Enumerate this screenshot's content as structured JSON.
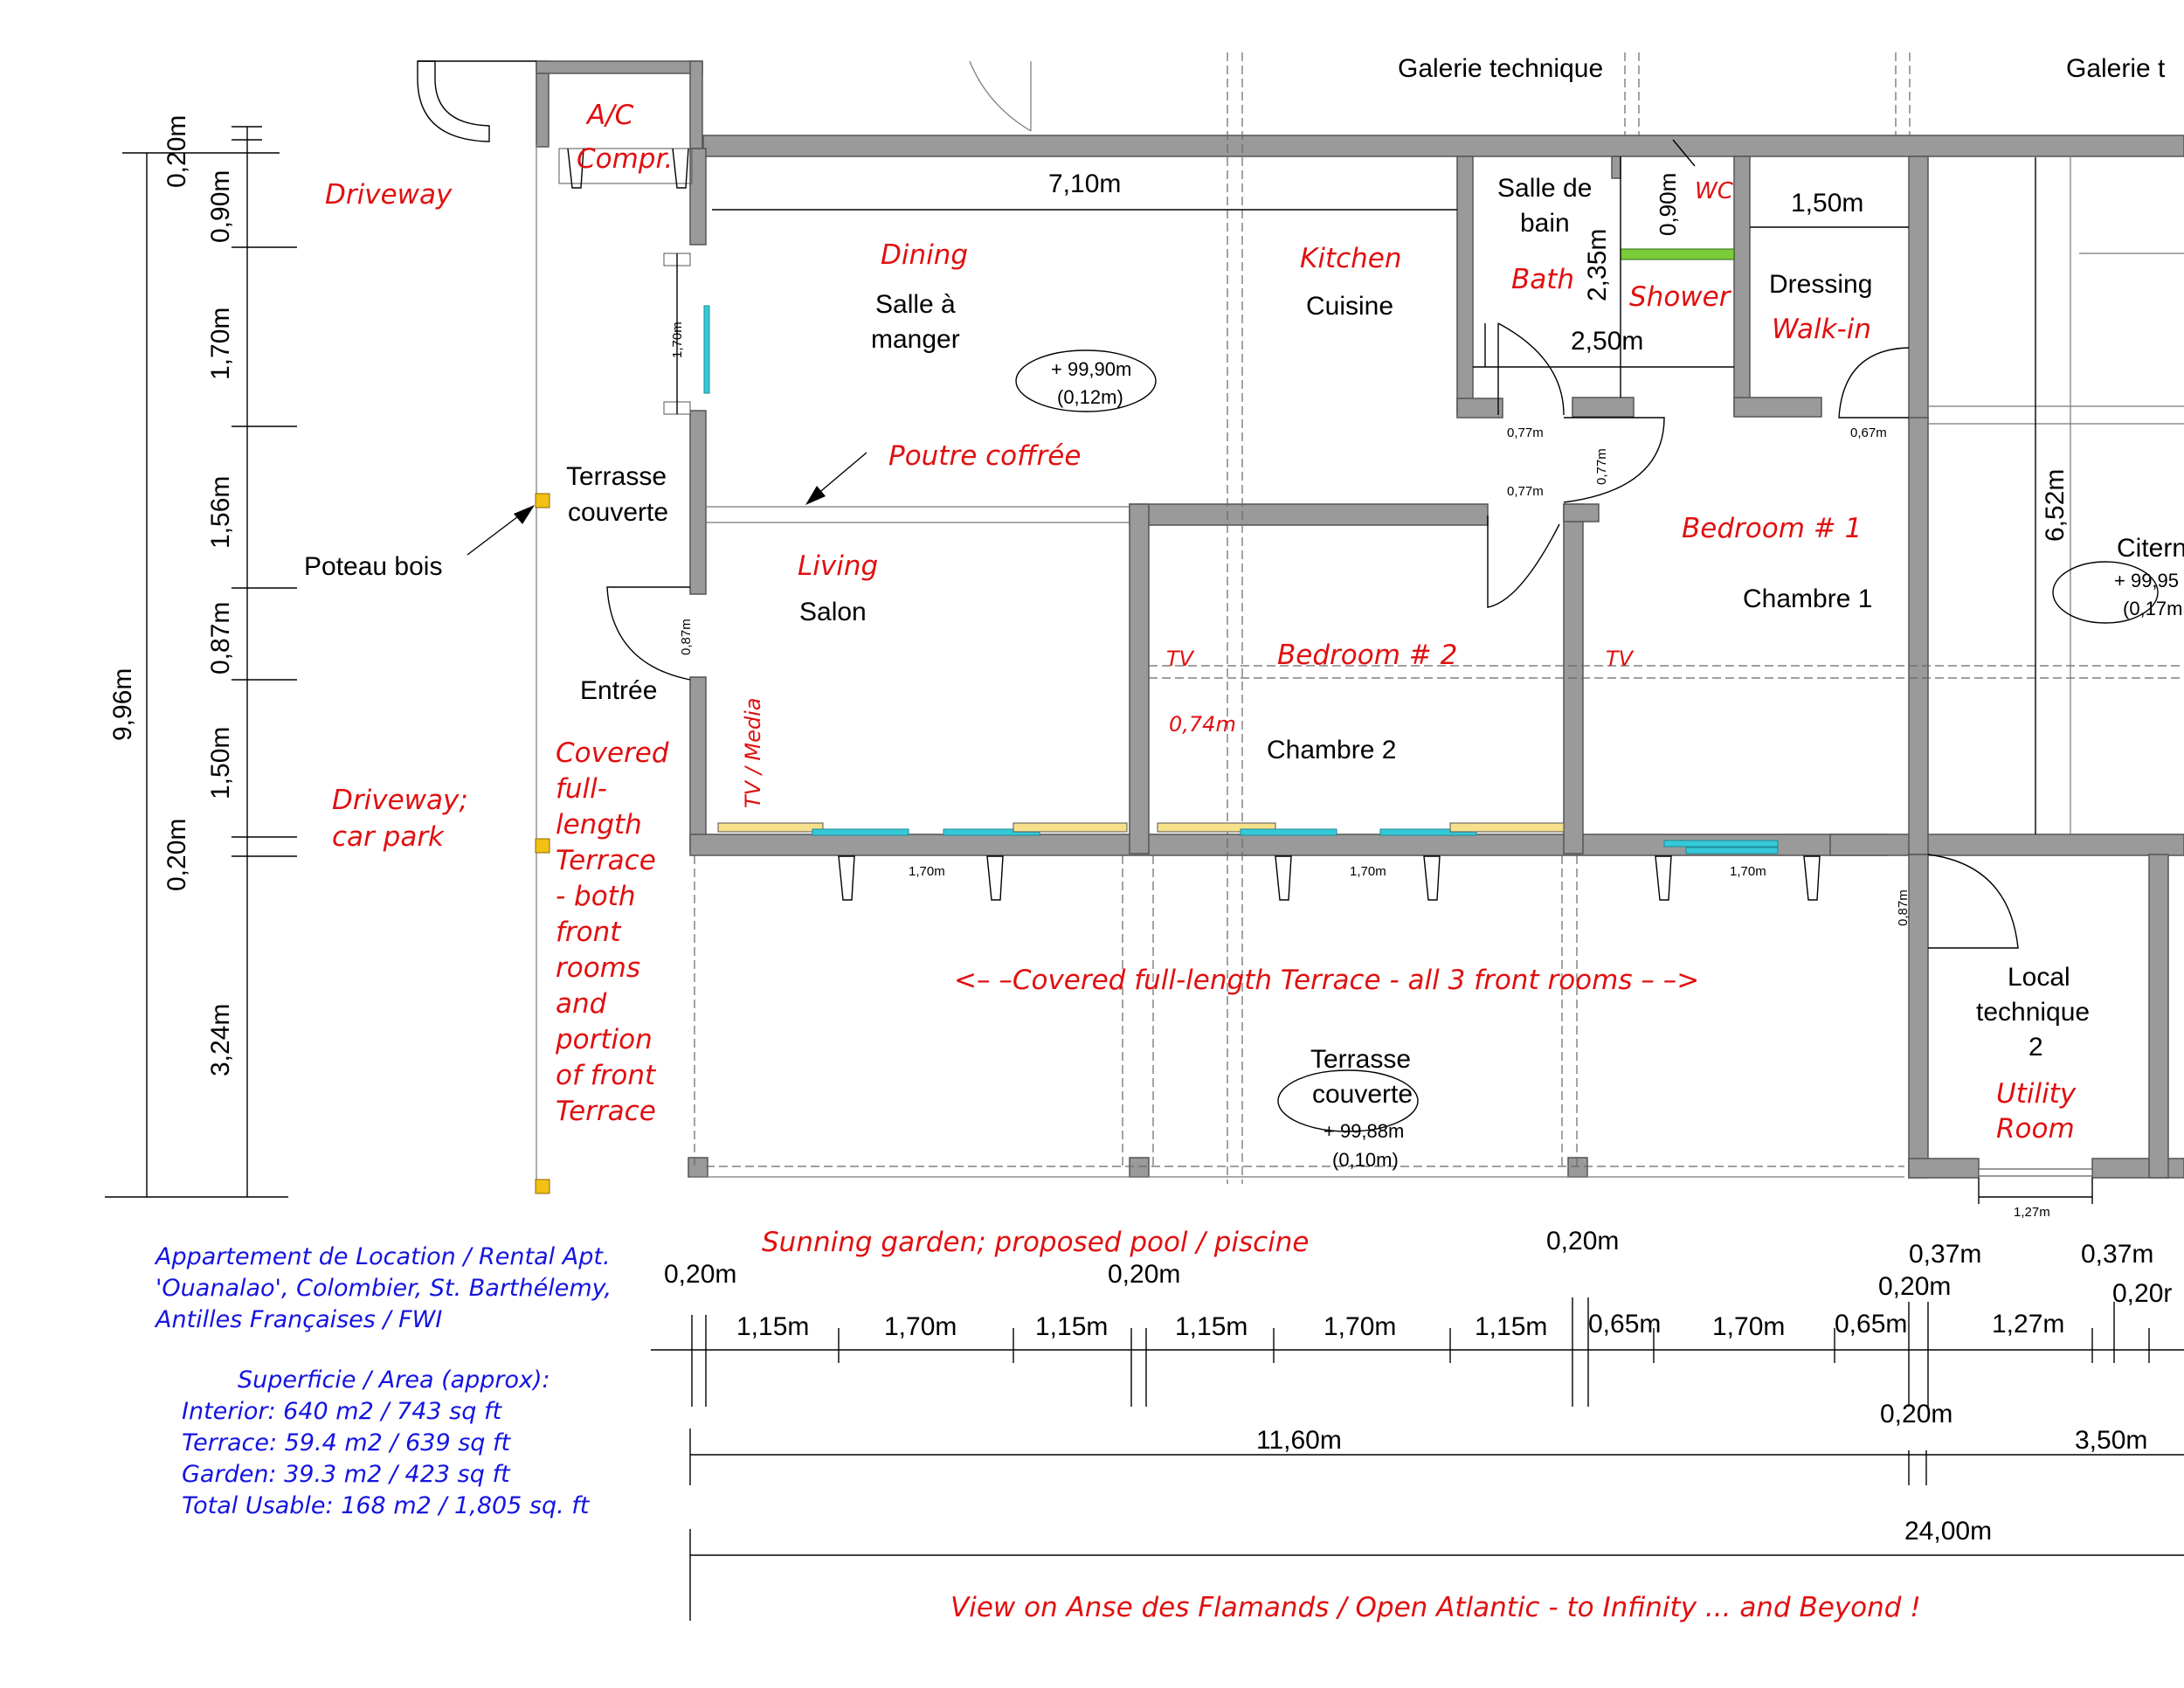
{
  "rooms": {
    "ac": [
      "A/C",
      "Compr."
    ],
    "driveway_top": "Driveway",
    "dining_en": "Dining",
    "dining_fr": [
      "Salle à",
      "manger"
    ],
    "kitchen_en": "Kitchen",
    "kitchen_fr": "Cuisine",
    "bath_fr": [
      "Salle de",
      "bain"
    ],
    "bath_en": "Bath",
    "wc": "WC",
    "shower": "Shower",
    "dressing": "Dressing",
    "walkin": "Walk-in",
    "galerie_1": "Galerie technique",
    "galerie_2": "Galerie t",
    "poutre": "Poutre coffrée",
    "terrasse_top": [
      "Terrasse",
      "couverte"
    ],
    "poteau": "Poteau bois",
    "living_en": "Living",
    "living_fr": "Salon",
    "entree": "Entrée",
    "tv_media": "TV / Media",
    "tv": "TV",
    "bedroom2_en": "Bedroom # 2",
    "chambre2": "Chambre 2",
    "bedroom1_en": "Bedroom # 1",
    "chambre1": "Chambre 1",
    "citerne": "Citern",
    "driveway_car": [
      "Driveway;",
      "car park"
    ],
    "covered_side": [
      "Covered",
      "full-",
      "length",
      "Terrace",
      "- both",
      "front",
      "rooms",
      "and",
      "portion",
      "of front",
      "Terrace"
    ],
    "covered_full": "<– –Covered full-length Terrace - all 3 front rooms – –>",
    "terrasse_bottom": [
      "Terrasse",
      "couverte"
    ],
    "local": [
      "Local",
      "technique",
      "2"
    ],
    "utility": [
      "Utility",
      "Room"
    ],
    "sunning": "Sunning garden; proposed pool / piscine",
    "view": "View on Anse des Flamands / Open Atlantic - to Infinity ... and Beyond !"
  },
  "levels": {
    "dining": [
      "+ 99,90m",
      "(0,12m)"
    ],
    "terrace": [
      "+ 99,88m",
      "(0,10m)"
    ],
    "citerne": [
      "+ 99,95",
      "(0,17m"
    ]
  },
  "dims_left": [
    "0,20m",
    "0,90m",
    "1,70m",
    "1,56m",
    "0,87m",
    "1,50m",
    "0,20m",
    "3,24m",
    "9,96m"
  ],
  "dims_interior": {
    "d710": "7,10m",
    "d150": "1,50m",
    "d090": "0,90m",
    "d235": "2,35m",
    "d250": "2,50m",
    "d652": "6,52m",
    "d074": "0,74m",
    "small_170": "1,70m",
    "small_087": "0,87m",
    "small_077": "0,77m",
    "small_067": "0,67m",
    "small_127": "1,27m"
  },
  "dims_bottom_row1": [
    "1,15m",
    "1,70m",
    "1,15m",
    "1,15m",
    "1,70m",
    "1,15m",
    "0,65m",
    "1,70m",
    "0,65m",
    "1,27m"
  ],
  "dims_bottom_small": [
    "0,20m",
    "0,20m",
    "0,20m",
    "0,37m",
    "0,20m",
    "0,37m",
    "0,20r"
  ],
  "dims_bottom_row2": [
    "11,60m",
    "0,20m",
    "3,50m"
  ],
  "dims_bottom_row3": "24,00m",
  "info": {
    "title": [
      "Appartement de Location / Rental Apt.",
      "'Ouanalao', Colombier, St. Barthélemy,",
      "Antilles Françaises / FWI"
    ],
    "area_title": "Superficie / Area (approx):",
    "interior": "Interior: 640 m2 / 743 sq ft",
    "terrace": "Terrace: 59.4 m2 / 639 sq ft",
    "garden": "Garden: 39.3 m2 / 423 sq ft",
    "total": "Total Usable: 168 m2 / 1,805 sq. ft"
  },
  "colors": {
    "red": "#e01010",
    "blue": "#1414e0",
    "wall": "#9a9a9a",
    "glass": "#34c9d8",
    "post": "#f3c015"
  }
}
